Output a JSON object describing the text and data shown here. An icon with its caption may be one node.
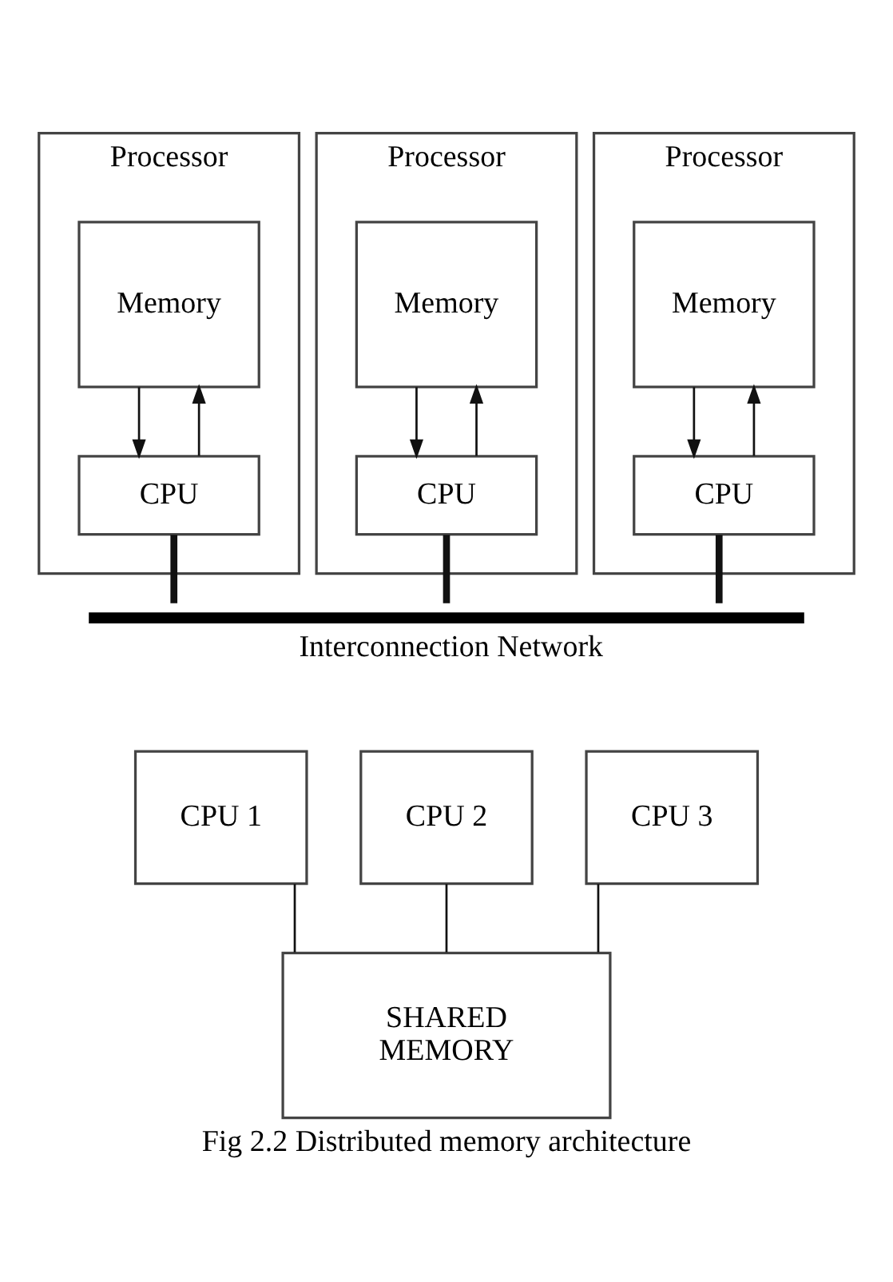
{
  "diagram": {
    "caption": "Fig 2.2 Distributed memory architecture",
    "nodes": [
      {
        "text": [
          "Processor"
        ]
      },
      {
        "text": [
          "Memory"
        ],
        "in": 0
      },
      {
        "text": [
          "CPU"
        ],
        "in": 0
      },
      {
        "text": [
          "Processor"
        ]
      },
      {
        "text": [
          "Memory"
        ],
        "in": 3
      },
      {
        "text": [
          "CPU"
        ],
        "in": 3
      },
      {
        "text": [
          "Processor"
        ]
      },
      {
        "text": [
          "Memory"
        ],
        "in": 6
      },
      {
        "text": [
          "CPU"
        ],
        "in": 6
      },
      {
        "text": [
          "Interconnection Network"
        ]
      },
      {
        "text": [
          "CPU 1"
        ]
      },
      {
        "text": [
          "CPU 2"
        ]
      },
      {
        "text": [
          "CPU 3"
        ]
      },
      {
        "text": [
          "SHARED MEMORY"
        ]
      }
    ],
    "edges": [
      {
        "from": 2,
        "to": 1,
        "arrow": "to"
      },
      {
        "from": 1,
        "to": 2,
        "arrow": "to"
      },
      {
        "from": 5,
        "to": 4,
        "arrow": "to"
      },
      {
        "from": 4,
        "to": 5,
        "arrow": "to"
      },
      {
        "from": 8,
        "to": 7,
        "arrow": "to"
      },
      {
        "from": 7,
        "to": 8,
        "arrow": "to"
      },
      {
        "from": 2,
        "to": 9,
        "arrow": "none",
        "style": "thick"
      },
      {
        "from": 5,
        "to": 9,
        "arrow": "none",
        "style": "thick"
      },
      {
        "from": 8,
        "to": 9,
        "arrow": "none",
        "style": "thick"
      },
      {
        "from": 10,
        "to": 13,
        "arrow": "none"
      },
      {
        "from": 11,
        "to": 13,
        "arrow": "none"
      },
      {
        "from": 12,
        "to": 13,
        "arrow": "none"
      }
    ]
  }
}
